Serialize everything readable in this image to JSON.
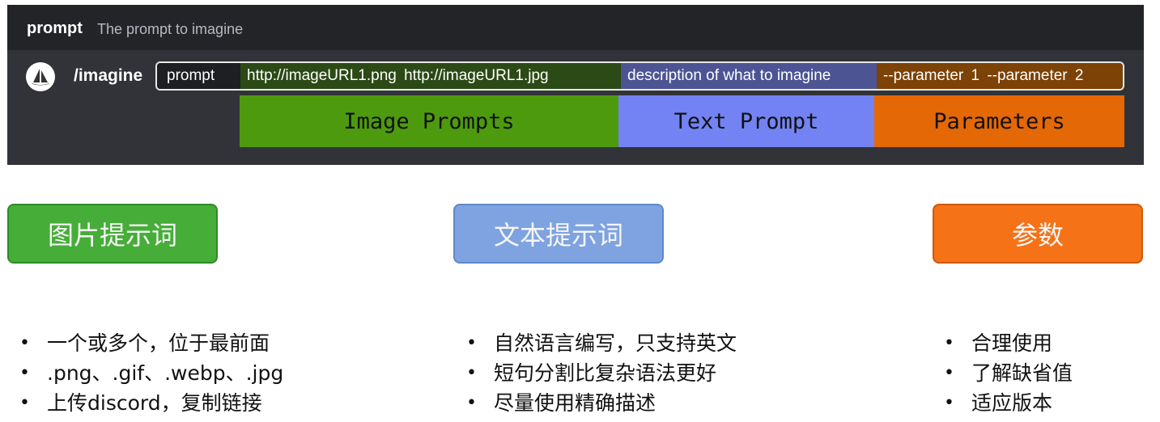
{
  "command_panel": {
    "header_command": "prompt",
    "header_description": "The prompt to imagine",
    "bot_icon": "midjourney-boat-icon",
    "slash_command": "/imagine",
    "segments": {
      "prompt_label": "prompt",
      "image_urls": "http://imageURL1.png   http://imageURL1.jpg",
      "description": "description of what to imagine",
      "parameters": "--parameter 1   --parameter 2"
    },
    "bands": {
      "image": "Image Prompts",
      "text": "Text Prompt",
      "parameters": "Parameters"
    }
  },
  "categories": [
    {
      "label": "图片提示词",
      "color": "#46ad38",
      "bullets": [
        "一个或多个，位于最前面",
        ".png、.gif、.webp、.jpg",
        "上传discord，复制链接"
      ]
    },
    {
      "label": "文本提示词",
      "color": "#7ea3e0",
      "bullets": [
        "自然语言编写，只支持英文",
        "短句分割比复杂语法更好",
        "尽量使用精确描述"
      ]
    },
    {
      "label": "参数",
      "color": "#f57217",
      "bullets": [
        "合理使用",
        "了解缺省值",
        "适应版本"
      ]
    }
  ],
  "bullet_glyph": "•"
}
